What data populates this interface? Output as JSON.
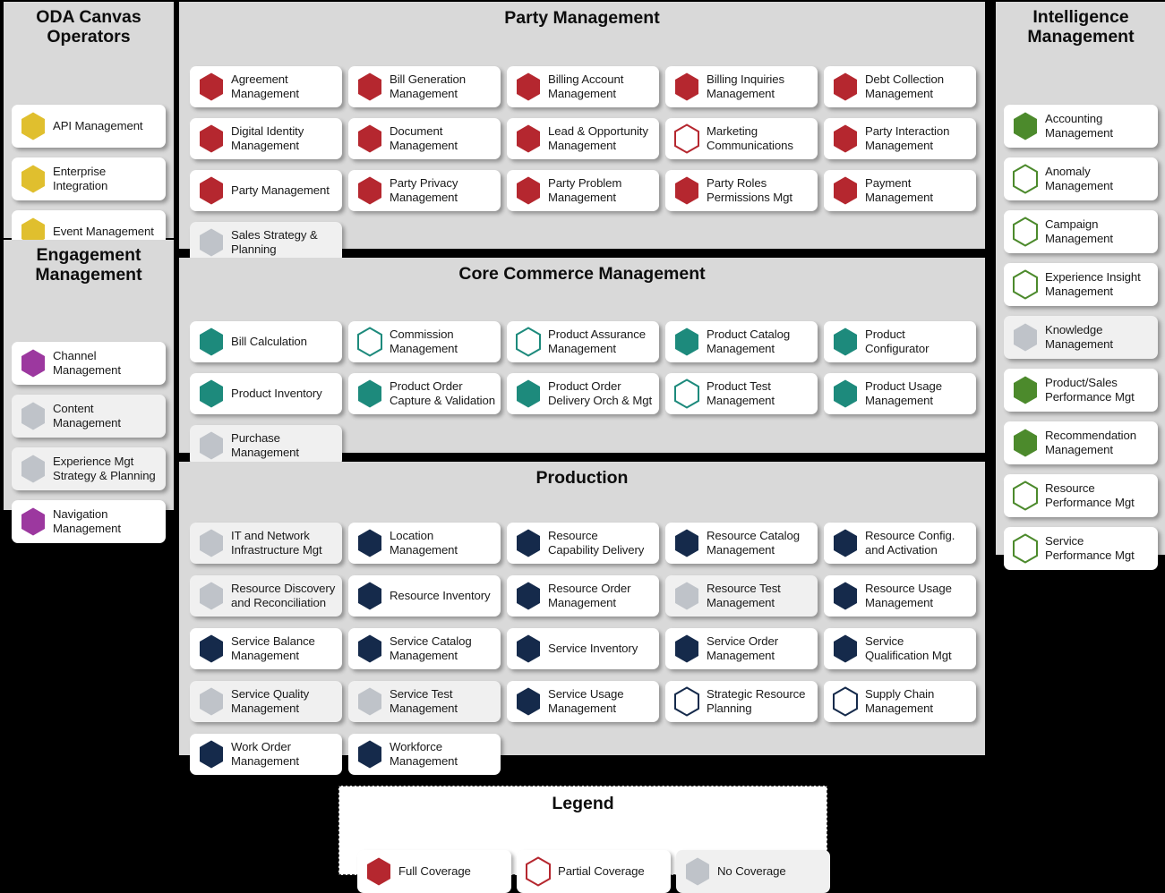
{
  "legend_key": {
    "full": "full",
    "partial": "partial",
    "none": "none"
  },
  "colors": {
    "gold": "#e0bf2e",
    "purple": "#9c389f",
    "red": "#b5272f",
    "teal": "#1d8a7c",
    "navy": "#152a4b",
    "green": "#4c8a2c",
    "grey": "#bfc3c9",
    "panel_bg": "#d9d9d9",
    "page_bg": "#000000",
    "card_bg": "#ffffff",
    "card_bg_none": "#f0f0f0"
  },
  "panels": {
    "oda": {
      "title": "ODA Canvas\nOperators",
      "accent": "gold",
      "columns": 1,
      "cards": [
        {
          "label": "API Management",
          "coverage": "full"
        },
        {
          "label": "Enterprise\nIntegration",
          "coverage": "full"
        },
        {
          "label": "Event Management",
          "coverage": "full"
        }
      ]
    },
    "engagement": {
      "title": "Engagement\nManagement",
      "accent": "purple",
      "columns": 1,
      "cards": [
        {
          "label": "Channel\nManagement",
          "coverage": "full"
        },
        {
          "label": "Content\nManagement",
          "coverage": "none"
        },
        {
          "label": "Experience Mgt\nStrategy & Planning",
          "coverage": "none"
        },
        {
          "label": "Navigation\nManagement",
          "coverage": "full"
        }
      ]
    },
    "party": {
      "title": "Party Management",
      "accent": "red",
      "columns": 5,
      "cards": [
        {
          "label": "Agreement\nManagement",
          "coverage": "full"
        },
        {
          "label": "Bill Generation\nManagement",
          "coverage": "full"
        },
        {
          "label": "Billing Account\nManagement",
          "coverage": "full"
        },
        {
          "label": "Billing Inquiries\nManagement",
          "coverage": "full"
        },
        {
          "label": "Debt Collection\nManagement",
          "coverage": "full"
        },
        {
          "label": "Digital Identity\nManagement",
          "coverage": "full"
        },
        {
          "label": "Document\nManagement",
          "coverage": "full"
        },
        {
          "label": "Lead & Opportunity\nManagement",
          "coverage": "full"
        },
        {
          "label": "Marketing\nCommunications",
          "coverage": "partial"
        },
        {
          "label": "Party Interaction\nManagement",
          "coverage": "full"
        },
        {
          "label": "Party Management",
          "coverage": "full"
        },
        {
          "label": "Party Privacy\nManagement",
          "coverage": "full"
        },
        {
          "label": "Party Problem\nManagement",
          "coverage": "full"
        },
        {
          "label": "Party Roles\nPermissions Mgt",
          "coverage": "full"
        },
        {
          "label": "Payment\nManagement",
          "coverage": "full"
        },
        {
          "label": "Sales Strategy &\nPlanning",
          "coverage": "none"
        }
      ]
    },
    "core": {
      "title": "Core Commerce Management",
      "accent": "teal",
      "columns": 5,
      "cards": [
        {
          "label": "Bill Calculation",
          "coverage": "full"
        },
        {
          "label": "Commission\nManagement",
          "coverage": "partial"
        },
        {
          "label": "Product Assurance\nManagement",
          "coverage": "partial"
        },
        {
          "label": "Product Catalog\nManagement",
          "coverage": "full"
        },
        {
          "label": "Product\nConfigurator",
          "coverage": "full"
        },
        {
          "label": "Product Inventory",
          "coverage": "full"
        },
        {
          "label": "Product Order\nCapture & Validation",
          "coverage": "full"
        },
        {
          "label": "Product Order\nDelivery Orch & Mgt",
          "coverage": "full"
        },
        {
          "label": "Product Test\nManagement",
          "coverage": "partial"
        },
        {
          "label": "Product Usage\nManagement",
          "coverage": "full"
        },
        {
          "label": "Purchase\nManagement",
          "coverage": "none"
        }
      ]
    },
    "production": {
      "title": "Production",
      "accent": "navy",
      "columns": 5,
      "cards": [
        {
          "label": "IT and Network\nInfrastructure Mgt",
          "coverage": "none"
        },
        {
          "label": "Location\nManagement",
          "coverage": "full"
        },
        {
          "label": "Resource\nCapability Delivery",
          "coverage": "full"
        },
        {
          "label": "Resource Catalog\nManagement",
          "coverage": "full"
        },
        {
          "label": "Resource Config.\nand Activation",
          "coverage": "full"
        },
        {
          "label": "Resource Discovery\nand Reconciliation",
          "coverage": "none"
        },
        {
          "label": "Resource Inventory",
          "coverage": "full"
        },
        {
          "label": "Resource Order\nManagement",
          "coverage": "full"
        },
        {
          "label": "Resource Test\nManagement",
          "coverage": "none"
        },
        {
          "label": "Resource Usage\nManagement",
          "coverage": "full"
        },
        {
          "label": "Service Balance\nManagement",
          "coverage": "full"
        },
        {
          "label": "Service Catalog\nManagement",
          "coverage": "full"
        },
        {
          "label": "Service Inventory",
          "coverage": "full"
        },
        {
          "label": "Service Order\nManagement",
          "coverage": "full"
        },
        {
          "label": "Service\nQualification Mgt",
          "coverage": "full"
        },
        {
          "label": "Service Quality\nManagement",
          "coverage": "none"
        },
        {
          "label": "Service Test\nManagement",
          "coverage": "none"
        },
        {
          "label": "Service Usage\nManagement",
          "coverage": "full"
        },
        {
          "label": "Strategic Resource\nPlanning",
          "coverage": "partial"
        },
        {
          "label": "Supply Chain\nManagement",
          "coverage": "partial"
        },
        {
          "label": "Work Order\nManagement",
          "coverage": "full"
        },
        {
          "label": "Workforce\nManagement",
          "coverage": "full"
        }
      ]
    },
    "intelligence": {
      "title": "Intelligence\nManagement",
      "accent": "green",
      "columns": 1,
      "cards": [
        {
          "label": "Accounting\nManagement",
          "coverage": "full"
        },
        {
          "label": "Anomaly\nManagement",
          "coverage": "partial"
        },
        {
          "label": "Campaign\nManagement",
          "coverage": "partial"
        },
        {
          "label": "Experience Insight\nManagement",
          "coverage": "partial"
        },
        {
          "label": "Knowledge\nManagement",
          "coverage": "none"
        },
        {
          "label": "Product/Sales\nPerformance Mgt",
          "coverage": "full"
        },
        {
          "label": "Recommendation\nManagement",
          "coverage": "full"
        },
        {
          "label": "Resource\nPerformance Mgt",
          "coverage": "partial"
        },
        {
          "label": "Service\nPerformance Mgt",
          "coverage": "partial"
        }
      ]
    }
  },
  "legend": {
    "title": "Legend",
    "accent": "red",
    "items": [
      {
        "label": "Full Coverage",
        "coverage": "full"
      },
      {
        "label": "Partial Coverage",
        "coverage": "partial"
      },
      {
        "label": "No Coverage",
        "coverage": "none"
      }
    ]
  }
}
